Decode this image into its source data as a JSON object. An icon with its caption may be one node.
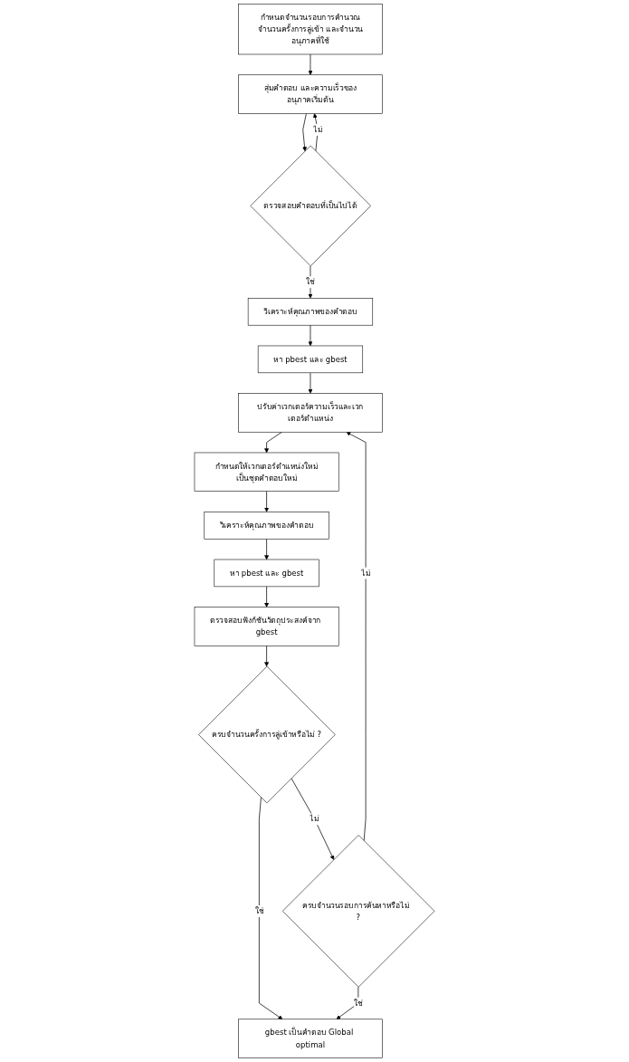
{
  "diagram": {
    "nodes": [
      {
        "text": [
          "กำหนดจำนวนรอบการคำนวณจำนวนครั้งการลู่เข้า และจำนวนอนุภาคที่ใช้"
        ]
      },
      {
        "text": [
          "สุ่มคำตอบ และความเร็วของอนุภาคเริ่มต้น"
        ]
      },
      {
        "text": [
          "ตรวจสอบคำตอบที่เป็นไปได้"
        ]
      },
      {
        "text": [
          "วิเคราะห์คุณภาพของคำตอบ"
        ]
      },
      {
        "text": [
          "หา pbest และ gbest"
        ]
      },
      {
        "text": [
          "ปรับค่าเวกเตอร์ความเร็วและเวกเตอร์ตำแหน่ง"
        ]
      },
      {
        "text": [
          "กำหนดให้เวกเตอร์ตำแหน่งใหม่เป็นชุดคำตอบใหม่"
        ]
      },
      {
        "text": [
          "วิเคราะห์คุณภาพของคำตอบ"
        ]
      },
      {
        "text": [
          "หา pbest และ gbest"
        ]
      },
      {
        "text": [
          "ตรวจสอบฟังก์ชันวัตถุประสงค์จาก gbest"
        ]
      },
      {
        "text": [
          "ครบจำนวนรอบการค้นหาหรือไม่  ?"
        ]
      },
      {
        "text": [
          "ครบจำนวนครั้งการลู่เข้าหรือไม่  ?"
        ]
      },
      {
        "text": [
          "gbest เป็นคำตอบ Global optimal"
        ]
      }
    ],
    "edges": [
      {
        "from": 0,
        "to": 1,
        "arrow": "to"
      },
      {
        "from": 1,
        "to": 2,
        "arrow": "to"
      },
      {
        "from": 2,
        "to": 3,
        "label": "ใช่",
        "arrow": "to"
      },
      {
        "from": 2,
        "to": 1,
        "label": "ไม่",
        "arrow": "to"
      },
      {
        "from": 3,
        "to": 4,
        "arrow": "to"
      },
      {
        "from": 4,
        "to": 5,
        "arrow": "to"
      },
      {
        "from": 5,
        "to": 6,
        "arrow": "to"
      },
      {
        "from": 6,
        "to": 7,
        "arrow": "to"
      },
      {
        "from": 7,
        "to": 8,
        "arrow": "to"
      },
      {
        "from": 8,
        "to": 9,
        "arrow": "to"
      },
      {
        "from": 9,
        "to": 11,
        "arrow": "to"
      },
      {
        "from": 11,
        "to": 10,
        "label": "ไม่",
        "arrow": "to"
      },
      {
        "from": 11,
        "to": 12,
        "label": "ใช่",
        "arrow": "to"
      },
      {
        "from": 10,
        "to": 12,
        "label": "ใช่",
        "arrow": "to"
      },
      {
        "from": 10,
        "to": 5,
        "label": "ไม่",
        "arrow": "to"
      }
    ]
  }
}
